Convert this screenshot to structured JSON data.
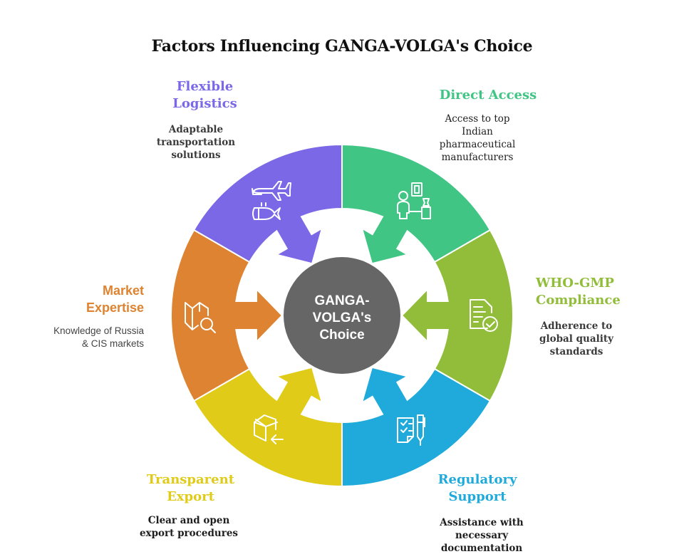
{
  "title": "Factors Influencing GANGA-VOLGA's Choice",
  "center": {
    "lines": [
      "GANGA-",
      "VOLGA's",
      "Choice"
    ],
    "color": "#666666"
  },
  "factors": [
    {
      "id": "flexible-logistics",
      "title_lines": [
        "Flexible",
        "Logistics"
      ],
      "desc_lines": [
        "Adaptable",
        "transportation",
        "solutions"
      ],
      "color": "#7B68E6",
      "icon": "plane-and-submarine-icon"
    },
    {
      "id": "direct-access",
      "title_lines": [
        "Direct Access"
      ],
      "desc_lines": [
        "Access to top",
        "Indian",
        "pharmaceutical",
        "manufacturers"
      ],
      "color": "#40C584",
      "icon": "person-with-manufacturer-icon"
    },
    {
      "id": "who-gmp-compliance",
      "title_lines": [
        "WHO-GMP",
        "Compliance"
      ],
      "desc_lines": [
        "Adherence to",
        "global quality",
        "standards"
      ],
      "color": "#91BD3A",
      "icon": "document-check-icon"
    },
    {
      "id": "regulatory-support",
      "title_lines": [
        "Regulatory",
        "Support"
      ],
      "desc_lines": [
        "Assistance with",
        "necessary",
        "documentation"
      ],
      "color": "#20AADB",
      "icon": "checklist-pen-icon"
    },
    {
      "id": "transparent-export",
      "title_lines": [
        "Transparent",
        "Export"
      ],
      "desc_lines": [
        "Clear and open",
        "export procedures"
      ],
      "color": "#DFCB18",
      "icon": "box-arrow-icon"
    },
    {
      "id": "market-expertise",
      "title_lines": [
        "Market",
        "Expertise"
      ],
      "desc_lines": [
        "Knowledge of Russia",
        "& CIS markets"
      ],
      "color": "#DD8331",
      "icon": "map-search-icon"
    }
  ]
}
